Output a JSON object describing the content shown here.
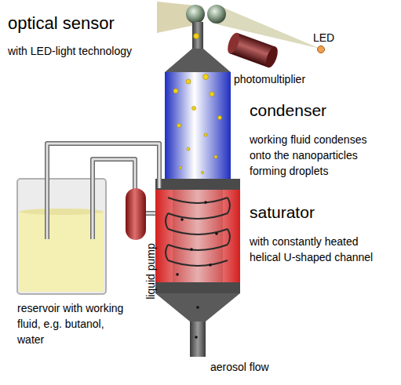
{
  "diagram": {
    "labels": [
      "optical sensor",
      "with LED-light technology",
      "LED",
      "photomultiplier",
      "condenser",
      "working fluid condenses onto the nanoparticles forming droplets",
      "saturator",
      "with constantly heated helical U-shaped channel",
      "liquid pump",
      "reservoir with working fluid, e.g. butanol, water",
      "aerosol flow"
    ]
  }
}
